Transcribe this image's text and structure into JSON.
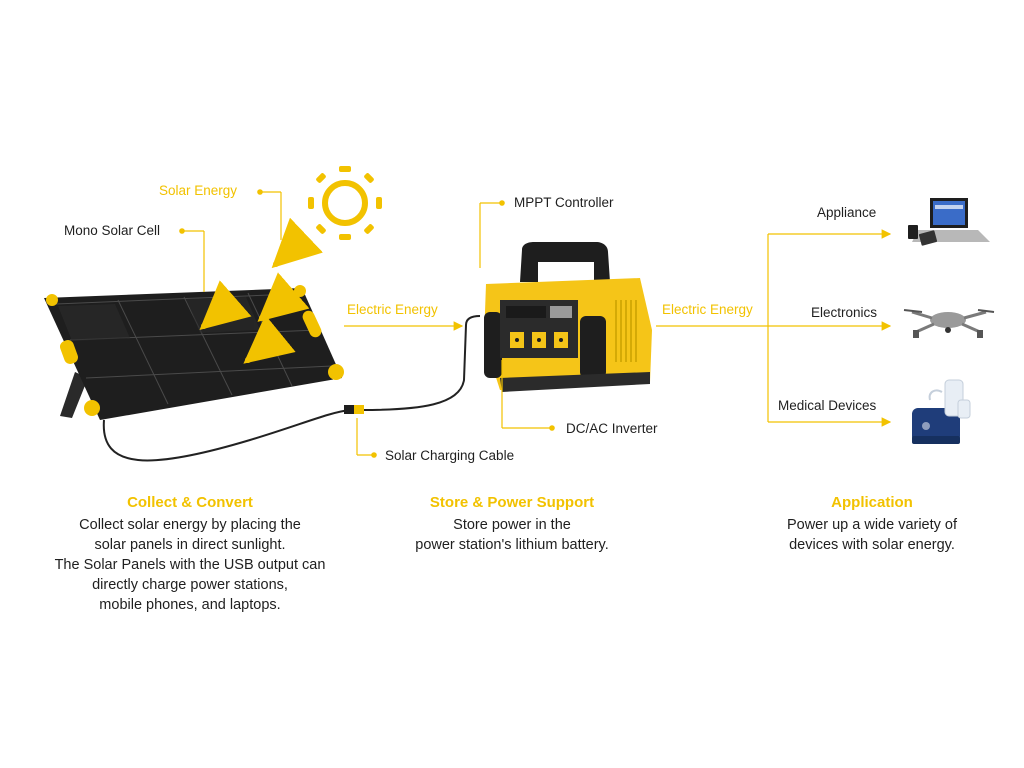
{
  "colors": {
    "accent": "#f2c200",
    "text": "#1f1f1f",
    "panel": "#1e1e1e",
    "station": "#f5c518",
    "device_blue": "#1f3d7a"
  },
  "labels": {
    "solar_energy": "Solar Energy",
    "mono_solar_cell": "Mono Solar Cell",
    "mppt_controller": "MPPT Controller",
    "electric_energy_left": "Electric Energy",
    "electric_energy_right": "Electric Energy",
    "dc_ac_inverter": "DC/AC Inverter",
    "solar_charging_cable": "Solar Charging Cable",
    "appliance": "Appliance",
    "electronics": "Electronics",
    "medical_devices": "Medical Devices"
  },
  "sections": {
    "collect": {
      "title": "Collect & Convert",
      "body": "Collect solar energy by placing the\nsolar panels in direct sunlight.\nThe Solar Panels with the USB output can\ndirectly charge power stations,\nmobile phones, and laptops."
    },
    "store": {
      "title": "Store & Power Support",
      "body": "Store power in the\npower station's lithium battery."
    },
    "application": {
      "title": "Application",
      "body": "Power up a wide variety of\ndevices with solar energy."
    }
  },
  "icons": {
    "sun": "sun-icon",
    "laptop": "laptop-icon",
    "drone": "drone-icon",
    "nebulizer": "nebulizer-icon"
  }
}
